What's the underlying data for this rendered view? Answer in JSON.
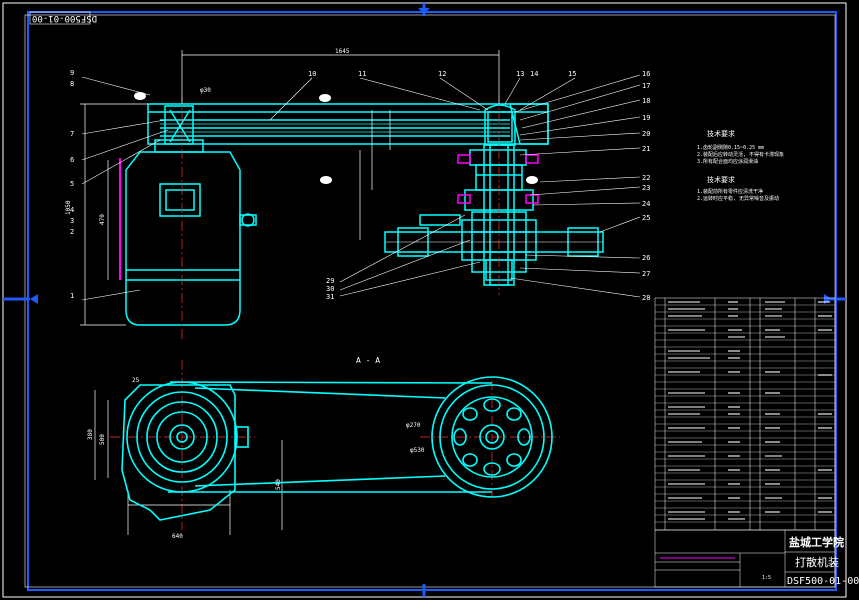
{
  "drawing": {
    "code_top_left": "DSF500-01-00",
    "section_label": "A - A",
    "dimensions": {
      "top_length": "1645",
      "left_height": "1050",
      "motor_width": "540",
      "motor_height": "470",
      "bottom_width": "640",
      "side_left": "380",
      "side_right": "500",
      "dia_belt_1": "φ270",
      "dia_belt_2": "φ530",
      "dia_top": "φ30",
      "small_dim": "25"
    },
    "part_callouts_left": [
      "9",
      "8",
      "7",
      "6",
      "5",
      "4",
      "3",
      "2",
      "1"
    ],
    "part_callouts_top": [
      "10",
      "11",
      "12",
      "13",
      "14",
      "15"
    ],
    "part_callouts_right": [
      "16",
      "17",
      "18",
      "19",
      "20",
      "21",
      "22",
      "23",
      "24",
      "25",
      "26",
      "27",
      "28"
    ],
    "part_callouts_lower": [
      "29",
      "30",
      "31"
    ]
  },
  "tech_requirements": {
    "title": "技术要求",
    "lines": [
      "1.齿轮副侧隙0.15~0.25 mm",
      "2.装配后应转动灵活, 不得有卡滞现象",
      "3.所有配合面均应涂润滑油"
    ]
  },
  "tech_requirements_2": {
    "title": "技术要求",
    "lines": [
      "1.装配前所有零件应清洗干净",
      "2.运转时应平稳, 无异常噪音及振动"
    ]
  },
  "title_block": {
    "school": "盐城工学院",
    "drawing_name": "打散机装",
    "drawing_code": "DSF500-01-00",
    "scale": "1:5"
  },
  "colors": {
    "background": "#000000",
    "frame": "#1e5bff",
    "part": "#00ffff",
    "line": "#ffffff",
    "accent": "#ff00ff",
    "center": "#ff3030",
    "dim": "#ffff00"
  }
}
